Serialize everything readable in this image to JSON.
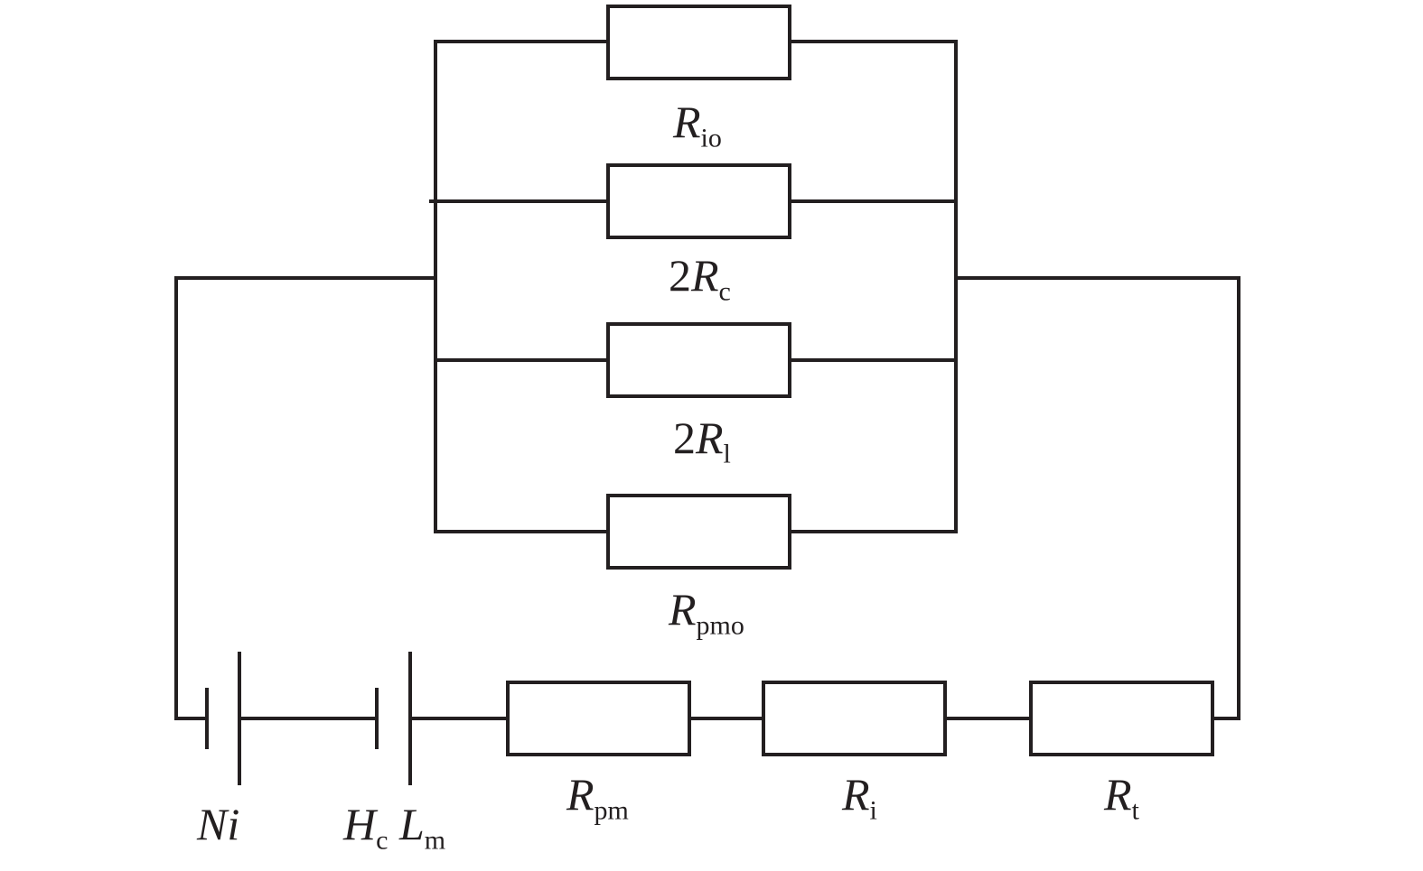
{
  "diagram": {
    "parallel_resistors": [
      {
        "id": "Rio",
        "coef": "",
        "sym": "R",
        "sub": "io"
      },
      {
        "id": "2Rc",
        "coef": "2",
        "sym": "R",
        "sub": "c"
      },
      {
        "id": "2Rl",
        "coef": "2",
        "sym": "R",
        "sub": "l"
      },
      {
        "id": "Rpmo",
        "coef": "",
        "sym": "R",
        "sub": "pmo"
      }
    ],
    "series_resistors": [
      {
        "id": "Rpm",
        "sym": "R",
        "sub": "pm"
      },
      {
        "id": "Ri",
        "sym": "R",
        "sub": "i"
      },
      {
        "id": "Rt",
        "sym": "R",
        "sub": "t"
      }
    ],
    "sources": [
      {
        "id": "Ni",
        "text": "Ni"
      },
      {
        "id": "HcLm",
        "sym1": "H",
        "sub1": "c",
        "sym2": "L",
        "sub2": "m"
      }
    ]
  }
}
